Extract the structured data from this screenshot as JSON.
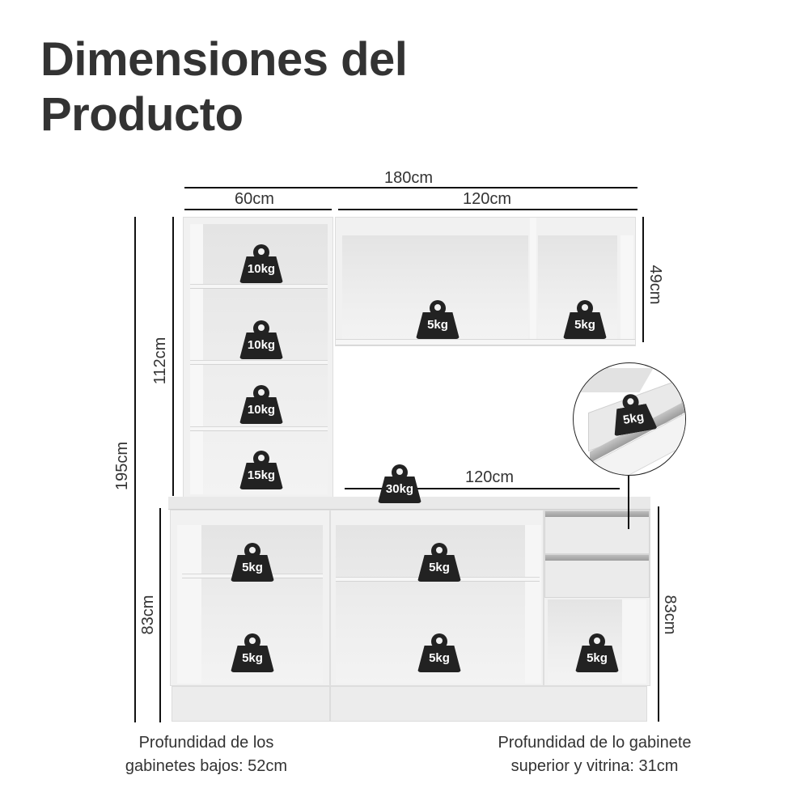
{
  "title": {
    "line1": "Dimensiones del",
    "line2": "Producto"
  },
  "dimensions": {
    "total_width": "180cm",
    "left_width": "60cm",
    "right_width": "120cm",
    "counter_width": "120cm",
    "total_height": "195cm",
    "upper_height": "112cm",
    "lower_height_left": "83cm",
    "lower_height_right": "83cm",
    "upper_cabinet_height": "49cm"
  },
  "weights": {
    "tower_shelf_1": "10kg",
    "tower_shelf_2": "10kg",
    "tower_shelf_3": "10kg",
    "tower_shelf_4": "15kg",
    "upper_left": "5kg",
    "upper_right": "5kg",
    "drawer_detail": "5kg",
    "counter_top": "30kg",
    "lower_left_top": "5kg",
    "lower_left_bottom": "5kg",
    "lower_mid_top": "5kg",
    "lower_mid_bottom": "5kg",
    "lower_right_bottom": "5kg"
  },
  "footer": {
    "left_line1": "Profundidad de los",
    "left_line2": "gabinetes bajos: 52cm",
    "right_line1": "Profundidad de lo gabinete",
    "right_line2": "superior y vitrina: 31cm"
  },
  "colors": {
    "text": "#333333",
    "weight_icon": "#222222",
    "furniture": "#f1f1f1"
  }
}
